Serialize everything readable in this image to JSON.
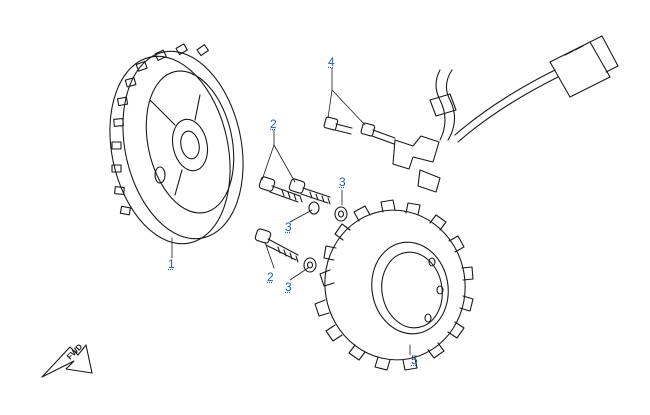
{
  "diagram": {
    "callouts": [
      "1",
      "2",
      "3",
      "4",
      "5",
      "2",
      "3",
      "3"
    ],
    "orientation_badge": "FWD"
  },
  "colors": {
    "line": "#1a1a1a",
    "callout": "#1f5fa8",
    "leader": "#1a1a1a"
  },
  "icons": [
    "forward-arrow-icon"
  ]
}
